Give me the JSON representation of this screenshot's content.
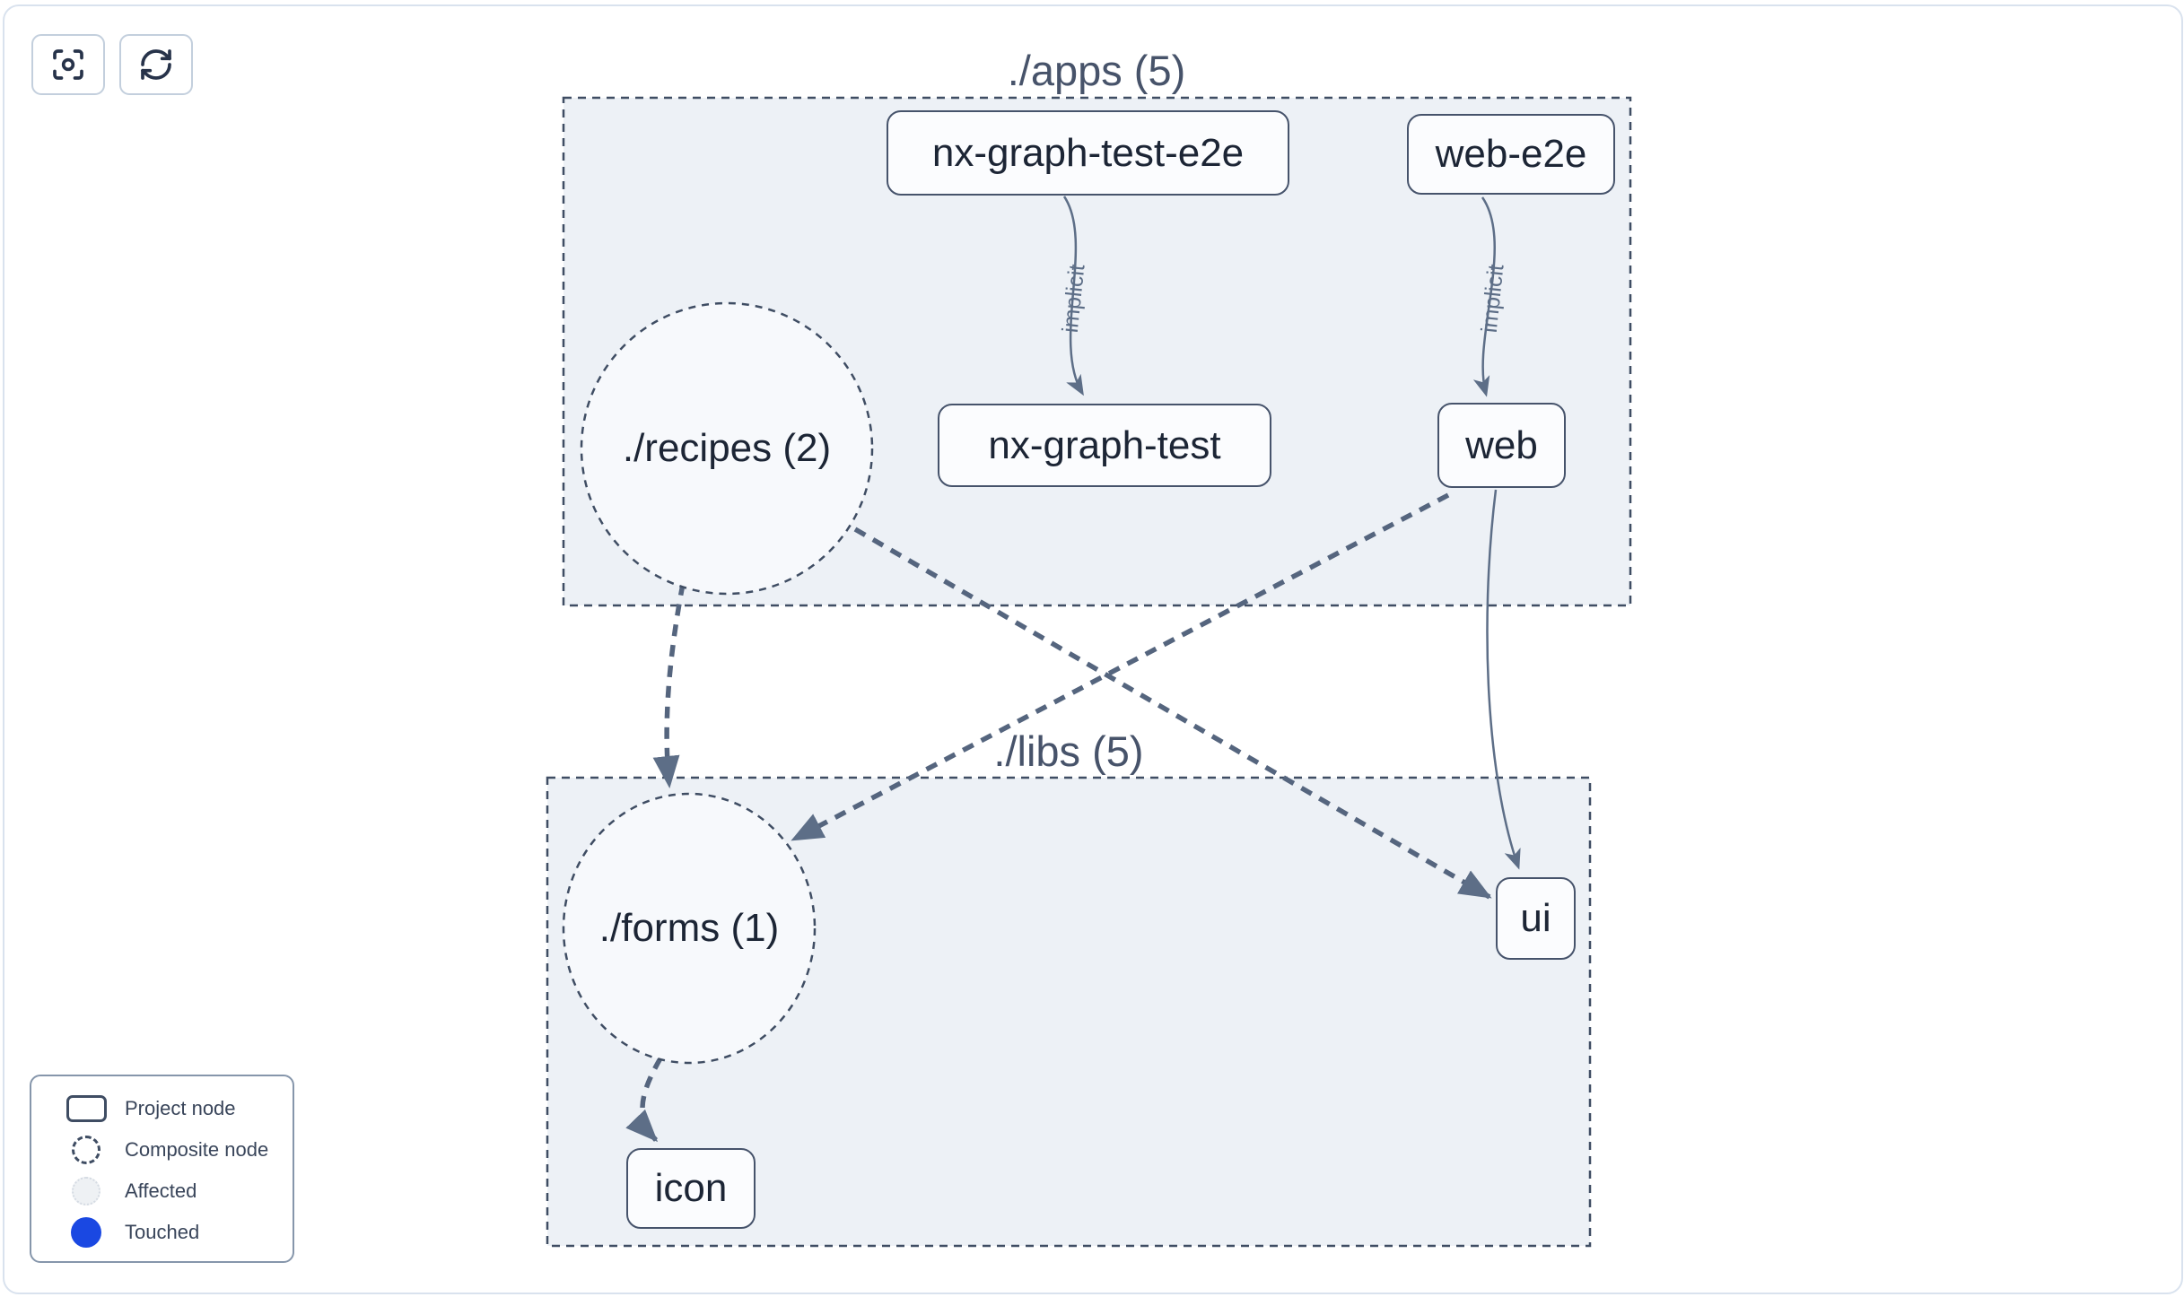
{
  "toolbar": {
    "focus_button": {
      "icon": "focus-icon"
    },
    "refresh_button": {
      "icon": "refresh-icon"
    }
  },
  "graph": {
    "containers": [
      {
        "id": "apps",
        "label": "./apps (5)"
      },
      {
        "id": "libs",
        "label": "./libs (5)"
      }
    ],
    "composite_nodes": [
      {
        "id": "recipes",
        "label": "./recipes (2)",
        "container": "apps"
      },
      {
        "id": "forms",
        "label": "./forms (1)",
        "container": "libs"
      }
    ],
    "project_nodes": [
      {
        "id": "nx-graph-test-e2e",
        "label": "nx-graph-test-e2e",
        "container": "apps"
      },
      {
        "id": "web-e2e",
        "label": "web-e2e",
        "container": "apps"
      },
      {
        "id": "nx-graph-test",
        "label": "nx-graph-test",
        "container": "apps"
      },
      {
        "id": "web",
        "label": "web",
        "container": "apps"
      },
      {
        "id": "ui",
        "label": "ui",
        "container": "libs"
      },
      {
        "id": "icon",
        "label": "icon",
        "container": "libs"
      }
    ],
    "edges": [
      {
        "from": "nx-graph-test-e2e",
        "to": "nx-graph-test",
        "label": "implicit",
        "style": "solid"
      },
      {
        "from": "web-e2e",
        "to": "web",
        "label": "implicit",
        "style": "solid"
      },
      {
        "from": "web",
        "to": "ui",
        "label": "",
        "style": "solid"
      },
      {
        "from": "recipes",
        "to": "forms",
        "label": "",
        "style": "dashed"
      },
      {
        "from": "recipes",
        "to": "ui",
        "label": "",
        "style": "dashed"
      },
      {
        "from": "web",
        "to": "forms",
        "label": "",
        "style": "dashed"
      },
      {
        "from": "forms",
        "to": "icon",
        "label": "",
        "style": "dashed"
      }
    ]
  },
  "legend": {
    "items": [
      {
        "label": "Project node",
        "icon": "project-node-swatch"
      },
      {
        "label": "Composite node",
        "icon": "composite-node-swatch"
      },
      {
        "label": "Affected",
        "icon": "affected-swatch"
      },
      {
        "label": "Touched",
        "icon": "touched-swatch",
        "color": "#1a48e2"
      }
    ]
  },
  "colors": {
    "card_border": "#d9e2ee",
    "container_fill": "#edf1f6",
    "container_border": "#3f4d63",
    "composite_fill": "#f7f9fc",
    "node_fill": "#fbfcfe",
    "node_border": "#46536b",
    "node_text": "#1c2535",
    "title_text": "#47536a",
    "edge_solid": "#5d6e87",
    "edge_dashed": "#55657e",
    "edge_label": "#5d6e87",
    "legend_border": "#8696ab",
    "touched_blue": "#1a48e2",
    "affected_fill": "#eef1f4"
  }
}
